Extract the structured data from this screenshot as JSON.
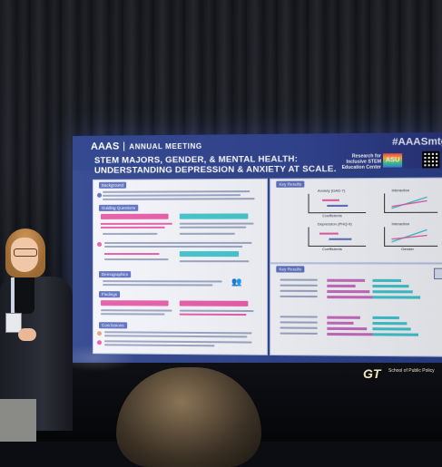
{
  "screen": {
    "org_logo": "AAAS",
    "meeting_label": "ANNUAL MEETING",
    "hashtag": "#AAASmtg",
    "title_line1": "STEM MAJORS, GENDER, & MENTAL HEALTH:",
    "title_line2": "UNDERSTANDING DEPRESSION & ANXIETY AT SCALE.",
    "center_name": "Research for Inclusive STEM Education Center",
    "center_badge": "ASU",
    "left_sections": [
      "Background",
      "Guiding Questions",
      "Demographics",
      "Findings",
      "Conclusions"
    ],
    "right_sections": [
      "Key Results",
      "Key Results"
    ],
    "chart_titles": [
      "Anxiety (GAD-7)",
      "Interaction",
      "Depression (PHQ-9)",
      "Interaction"
    ],
    "x_label_coef": "Coefficients",
    "x_label_gender": "Gender"
  },
  "footer": {
    "gt_logo": "GT",
    "school": "School of Public Policy"
  },
  "colors": {
    "screen_bg": "#2a3f8a",
    "accent_pink": "#e75aa8",
    "accent_cyan": "#3fc6cf"
  }
}
